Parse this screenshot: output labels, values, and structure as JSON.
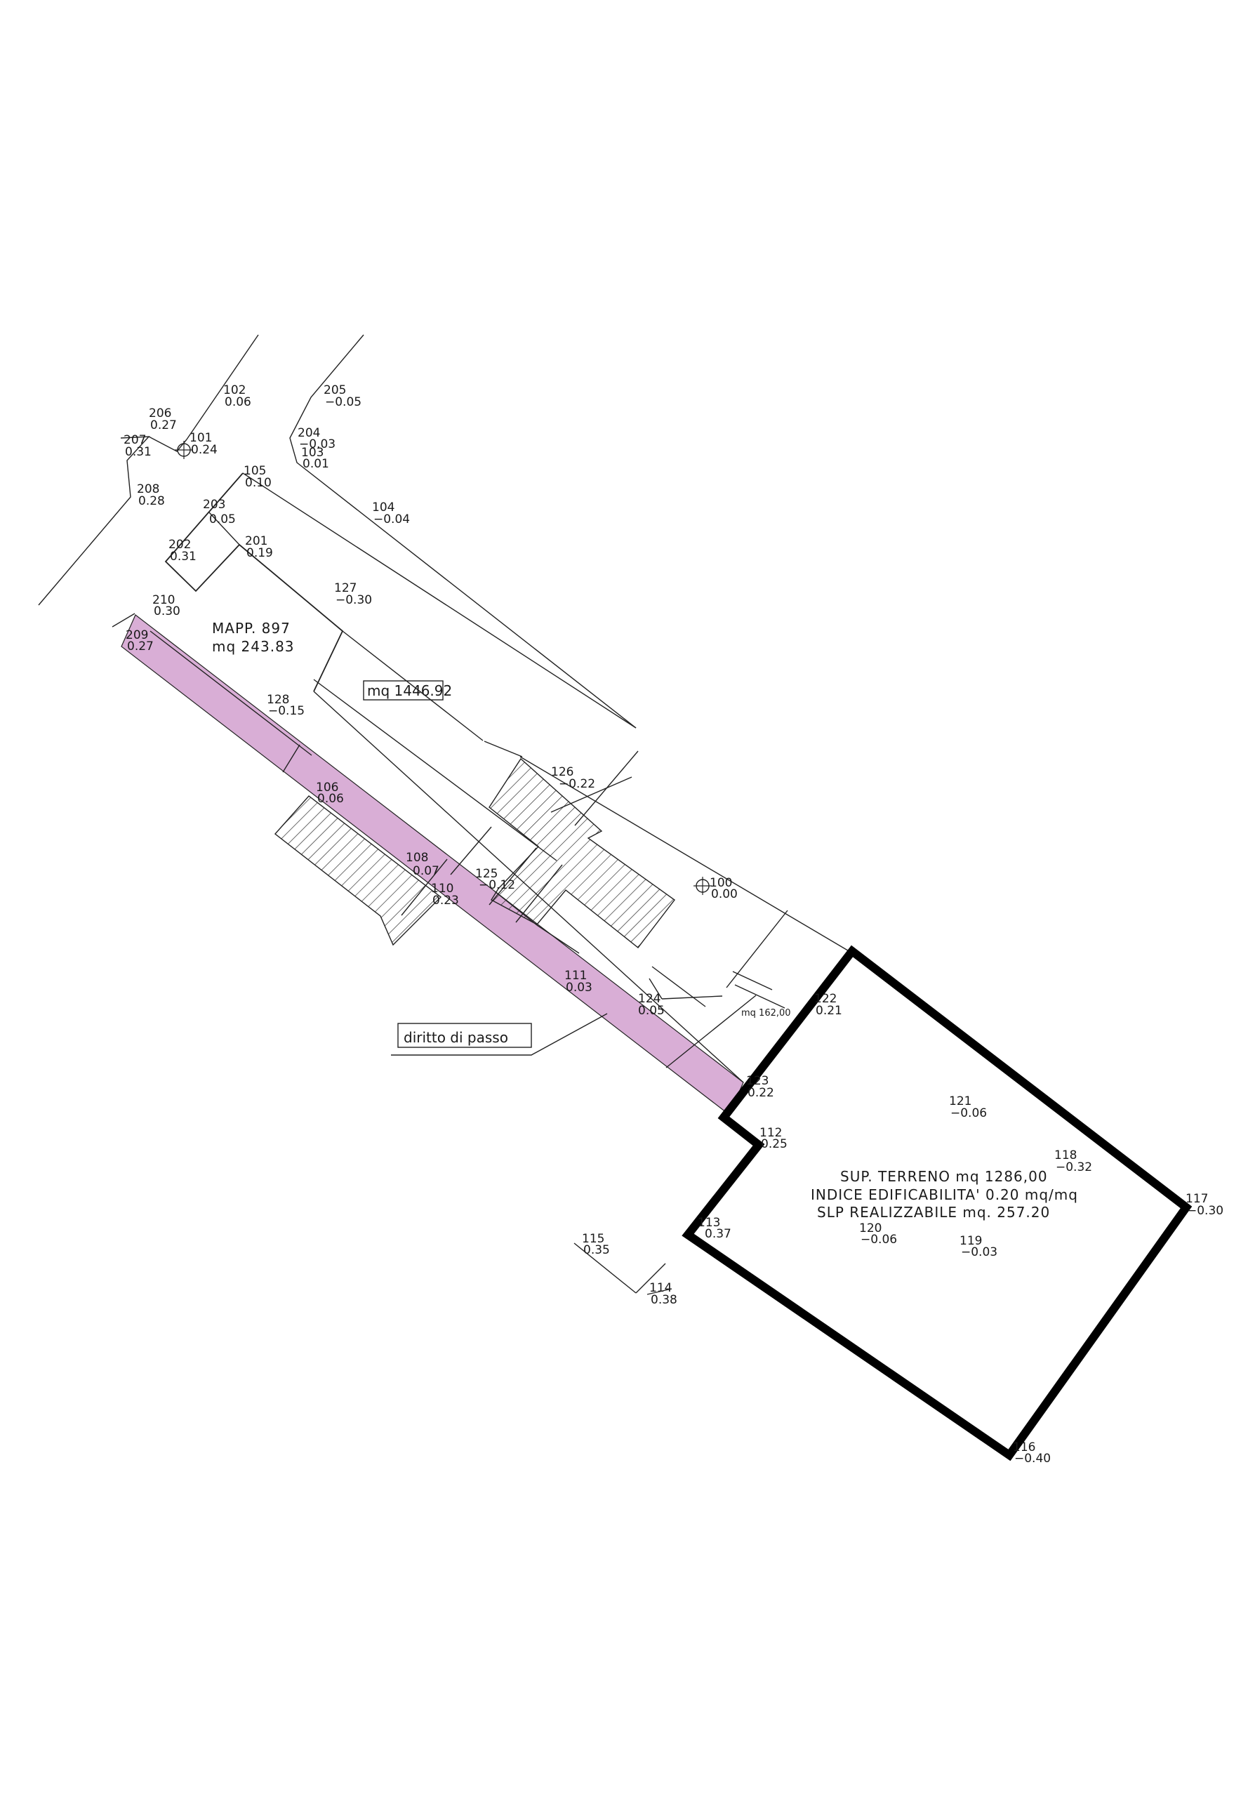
{
  "colors": {
    "right_of_way": "#d9aed6",
    "parcel_border": "#000000",
    "lines": "#222222"
  },
  "survey_points": [
    {
      "id": "102",
      "elev": "0.06"
    },
    {
      "id": "205",
      "elev": "−0.05"
    },
    {
      "id": "206",
      "elev": "0.27"
    },
    {
      "id": "101",
      "elev": "0.24"
    },
    {
      "id": "207",
      "elev": "0.31"
    },
    {
      "id": "204",
      "elev": "−0.03"
    },
    {
      "id": "103",
      "elev": "0.01"
    },
    {
      "id": "105",
      "elev": "0.10"
    },
    {
      "id": "208",
      "elev": "0.28"
    },
    {
      "id": "203",
      "elev": "0.05"
    },
    {
      "id": "104",
      "elev": "−0.04"
    },
    {
      "id": "201",
      "elev": "0.19"
    },
    {
      "id": "202",
      "elev": "0.31"
    },
    {
      "id": "127",
      "elev": "−0.30"
    },
    {
      "id": "210",
      "elev": "0.30"
    },
    {
      "id": "209",
      "elev": "0.27"
    },
    {
      "id": "128",
      "elev": "−0.15"
    },
    {
      "id": "126",
      "elev": "−0.22"
    },
    {
      "id": "106",
      "elev": "0.06"
    },
    {
      "id": "108",
      "elev": "0.07"
    },
    {
      "id": "125",
      "elev": "−0.12"
    },
    {
      "id": "110",
      "elev": "0.23"
    },
    {
      "id": "100",
      "elev": "0.00"
    },
    {
      "id": "111",
      "elev": "0.03"
    },
    {
      "id": "124",
      "elev": "0.05"
    },
    {
      "id": "122",
      "elev": "0.21"
    },
    {
      "id": "123",
      "elev": "0.22"
    },
    {
      "id": "121",
      "elev": "−0.06"
    },
    {
      "id": "112",
      "elev": "0.25"
    },
    {
      "id": "118",
      "elev": "−0.32"
    },
    {
      "id": "117",
      "elev": "−0.30"
    },
    {
      "id": "113",
      "elev": "0.37"
    },
    {
      "id": "120",
      "elev": "−0.06"
    },
    {
      "id": "119",
      "elev": "−0.03"
    },
    {
      "id": "115",
      "elev": "0.35"
    },
    {
      "id": "114",
      "elev": "0.38"
    },
    {
      "id": "116",
      "elev": "−0.40"
    }
  ],
  "labels": {
    "mapp_title": "MAPP. 897",
    "mapp_area": "mq 243.83",
    "area_main": "mq 1446.92",
    "area_small": "mq 162,00",
    "right_of_way": "diritto di passo",
    "lot_area": "SUP. TERRENO mq 1286,00",
    "build_index": "INDICE EDIFICABILITA' 0.20 mq/mq",
    "slp": "SLP REALIZZABILE mq. 257.20"
  }
}
